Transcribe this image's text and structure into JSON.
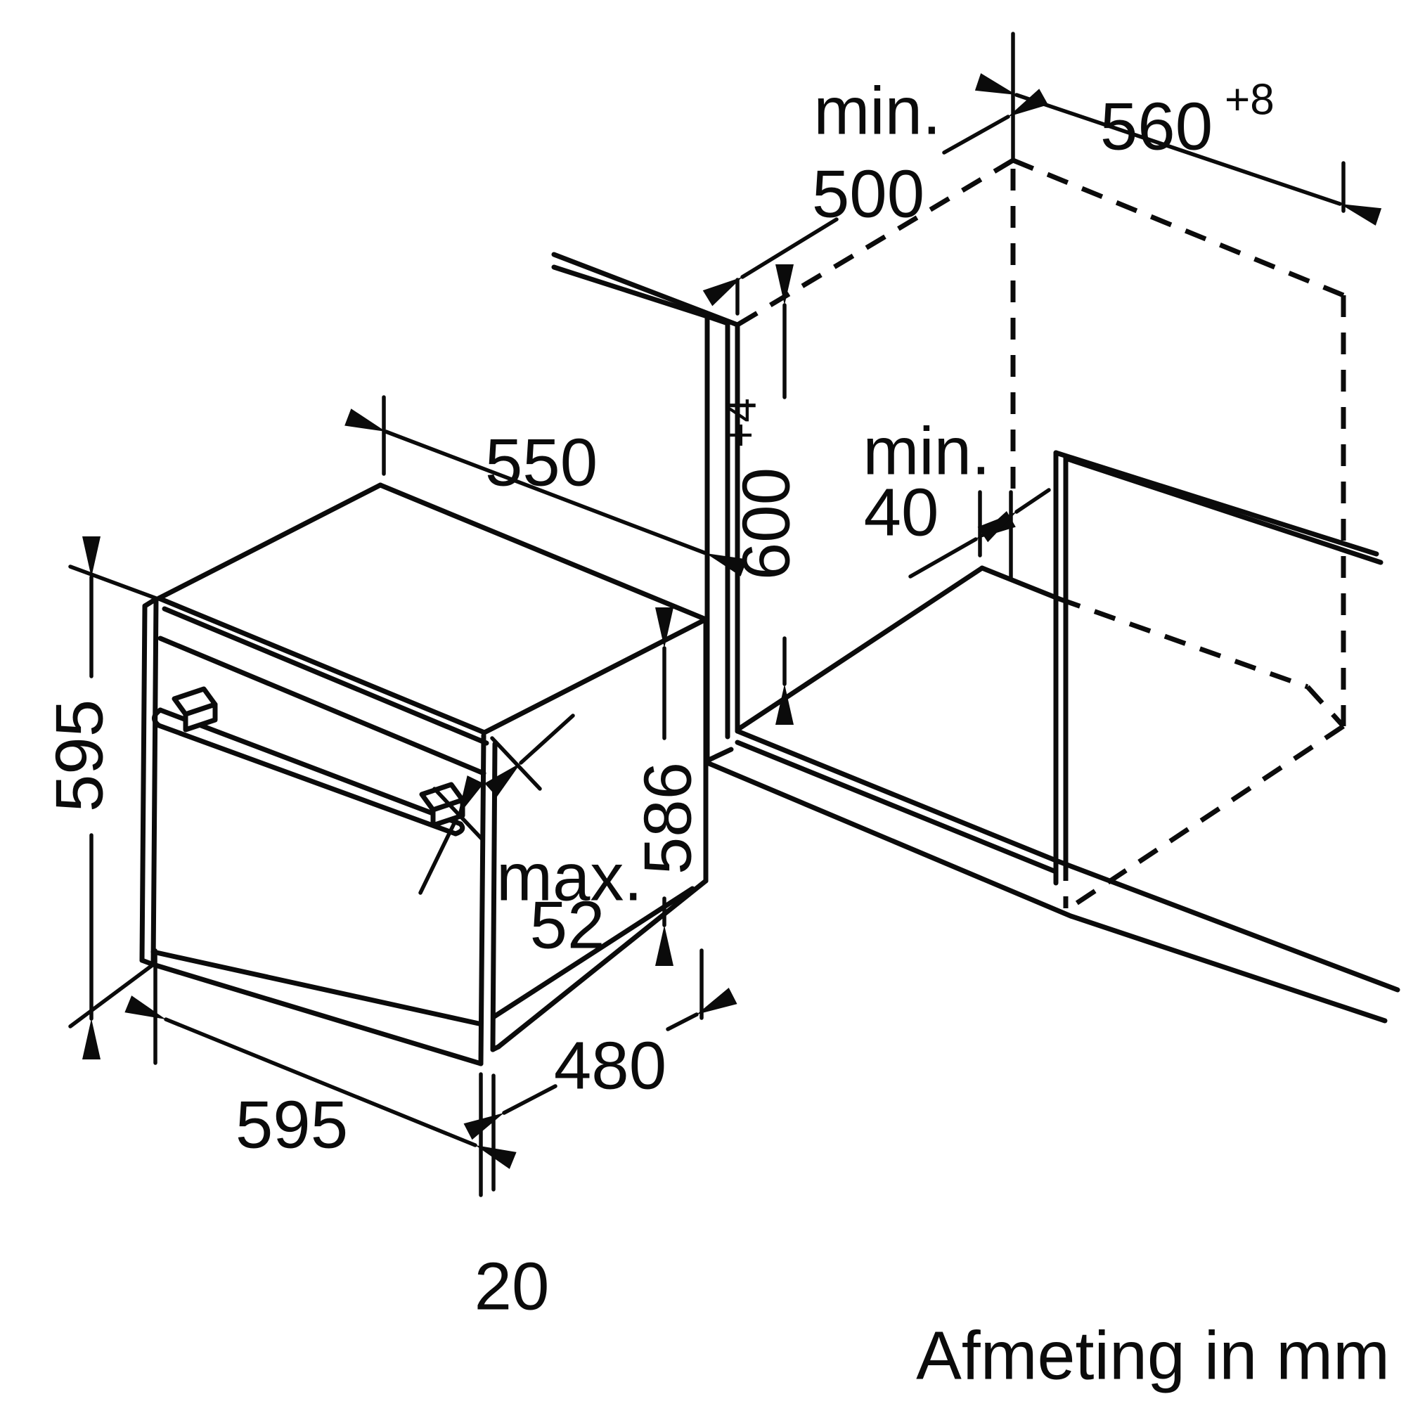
{
  "drawing_note": "Afmeting in mm",
  "dimensions": {
    "niche_depth_prefix": "min.",
    "niche_depth": "500",
    "niche_width": "560",
    "niche_width_tolerance": "+8",
    "niche_height": "600",
    "niche_height_tolerance": "+4",
    "rear_gap_prefix": "min.",
    "rear_gap": "40",
    "oven_depth": "550",
    "oven_front_height": "595",
    "oven_body_height": "586",
    "door_protrusion_prefix": "max.",
    "door_protrusion": "52",
    "oven_width": "595",
    "oven_body_depth": "480",
    "door_thickness": "20"
  }
}
